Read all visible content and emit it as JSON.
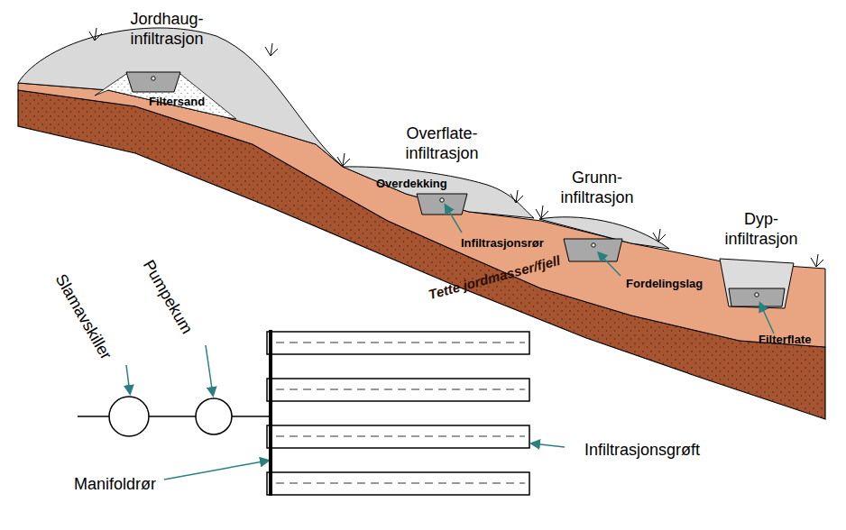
{
  "diagram": {
    "labels": [
      "Jordhaug- infiltrasjon",
      "Filtersand",
      "Overflate- infiltrasjon",
      "Overdekking",
      "Infiltrasjonsrør",
      "Grunn- infiltrasjon",
      "Fordelingslag",
      "Dyp- infiltrasjon",
      "Filterflate",
      "Tette jordmasser/fjell",
      "Slamavskiller",
      "Pumpekum",
      "Manifoldrør",
      "Infiltrasjonsgrøft"
    ]
  }
}
